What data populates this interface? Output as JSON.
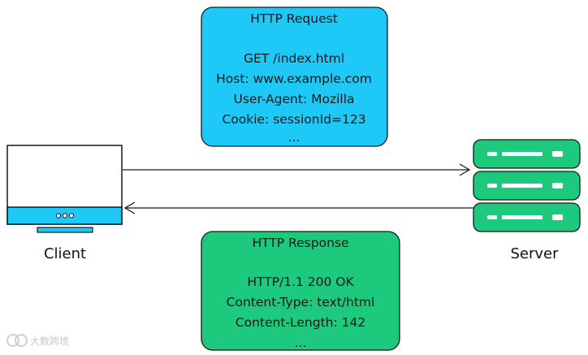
{
  "request": {
    "title": "HTTP Request",
    "lines": [
      "GET /index.html",
      "Host: www.example.com",
      "User-Agent: Mozilla",
      "Cookie: sessionId=123",
      "..."
    ],
    "fill": "#1ec8f7"
  },
  "response": {
    "title": "HTTP Response",
    "lines": [
      "HTTP/1.1 200 OK",
      "Content-Type: text/html",
      "Content-Length: 142",
      "..."
    ],
    "fill": "#1dc97c"
  },
  "client": {
    "label": "Client",
    "icon": "monitor-icon",
    "accent": "#1ec8f7"
  },
  "server": {
    "label": "Server",
    "icon": "server-rack-icon",
    "accent": "#1dc97c"
  },
  "arrows": {
    "request_direction": "client-to-server",
    "response_direction": "server-to-client"
  },
  "watermark": {
    "text": "大数跨境"
  }
}
